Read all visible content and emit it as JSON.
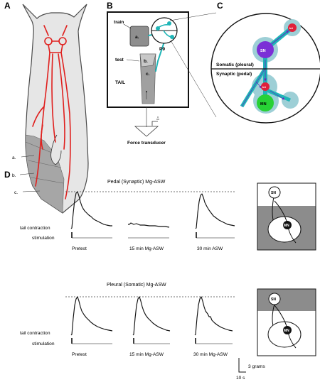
{
  "panels": {
    "a": "A",
    "b": "B",
    "c": "C",
    "d": "D"
  },
  "panel_a": {
    "labels": [
      "a.",
      "b.",
      "c."
    ]
  },
  "panel_b": {
    "train": "train",
    "test": "test",
    "tail": "TAIL",
    "p9": "P9",
    "region_a": "a.",
    "region_b": "b.",
    "region_c": "c.",
    "force_transducer": "Force transducer"
  },
  "panel_c": {
    "somatic": "Somatic (pleural)",
    "synaptic": "Synaptic (pedal)",
    "cells": {
      "sn": "SN",
      "int": "Int",
      "mn": "MN"
    }
  },
  "panel_d": {
    "row_labels": {
      "tail_contraction": "tail contraction",
      "stimulation": "stimulation"
    },
    "experiments": [
      {
        "title": "Pedal (Synaptic) Mg-ASW",
        "conditions": [
          "Pretest",
          "15 min Mg-ASW",
          "30 min ASW"
        ]
      },
      {
        "title": "Pleural (Somatic) Mg-ASW",
        "conditions": [
          "Pretest",
          "15 min Mg-ASW",
          "30 min Mg-ASW"
        ]
      }
    ],
    "scale_bar": {
      "amplitude": "3 grams",
      "time": "10 s"
    },
    "schematic": {
      "sn": "SN",
      "mn": "MN"
    }
  },
  "colors": {
    "nerve": "#e0201e",
    "interneuron_cyan": "#1fb5b7",
    "halo": "#9dcfd6",
    "sensory_neuron": "#7b2fd6",
    "motor_neuron": "#27d135",
    "interneuron_red": "#e0203a",
    "tail_shade": "#999999",
    "bath_shade": "#8c8c8c"
  }
}
